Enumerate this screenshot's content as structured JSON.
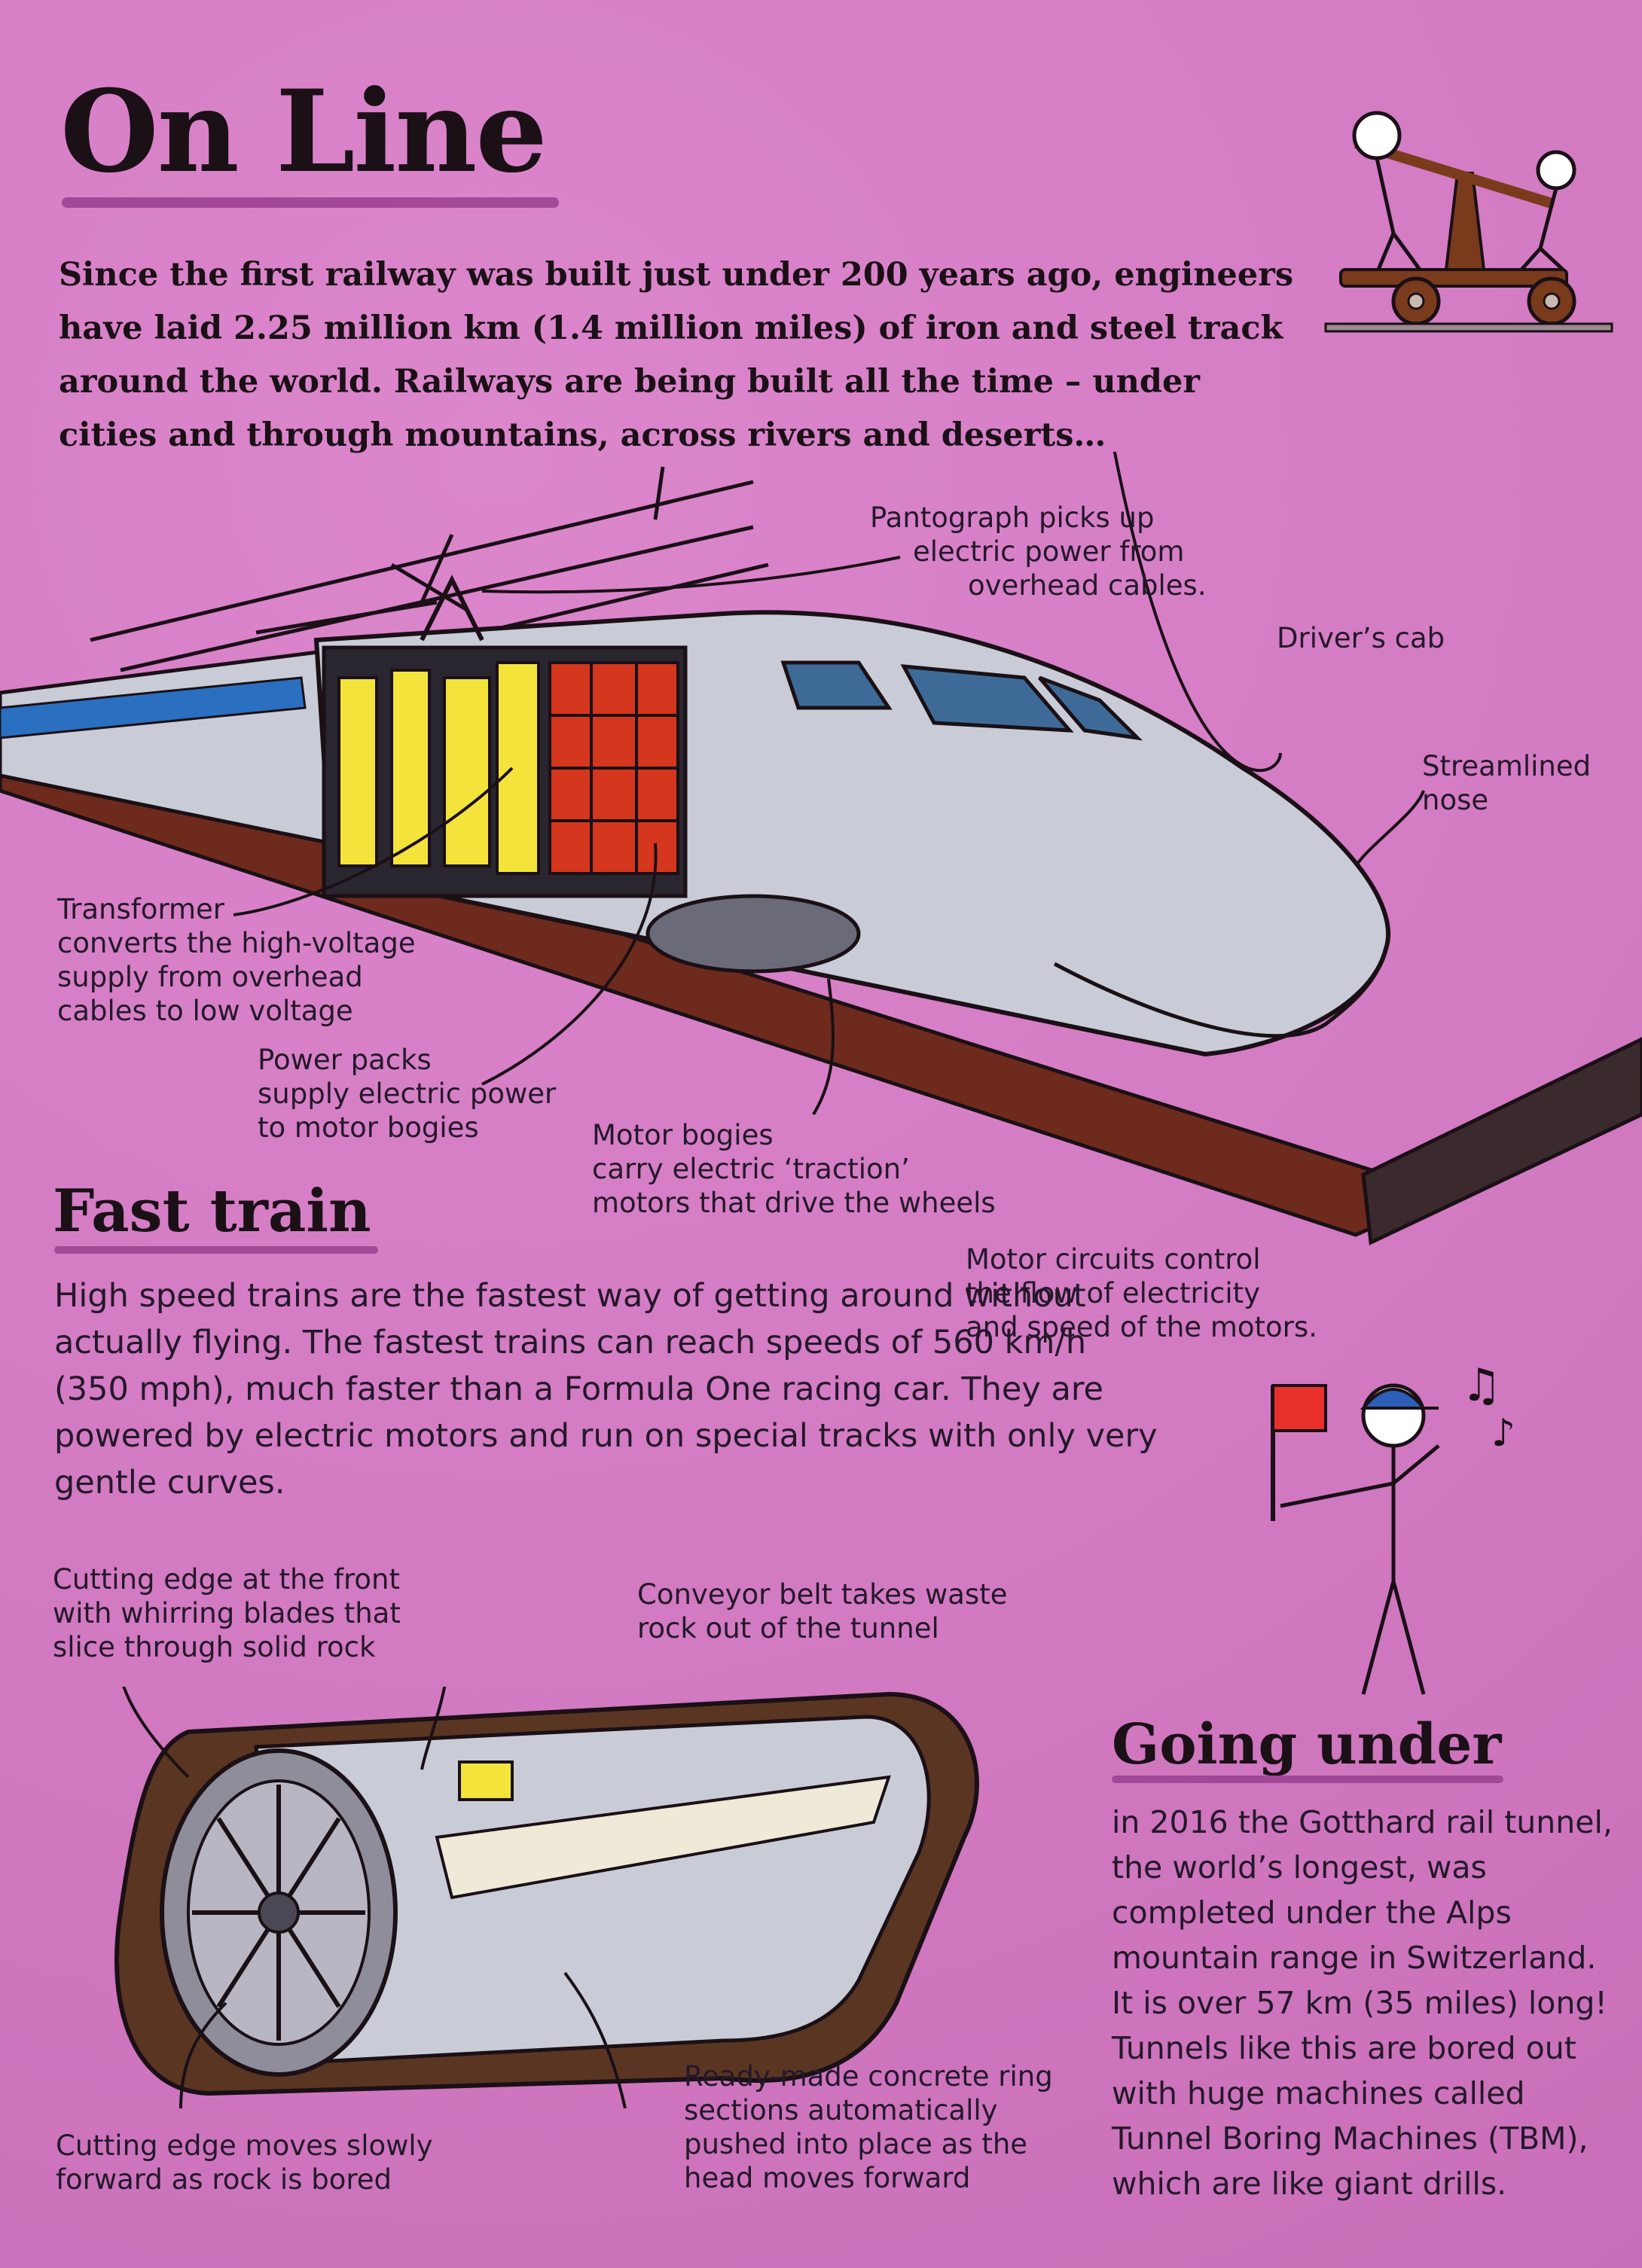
{
  "header": {
    "title": "On Line",
    "intro": "Since the first railway was built just under 200 years ago, engineers have laid 2.25 million km (1.4 million miles) of iron and steel track around the world. Railways are being built all the time – under cities and through mountains, across rivers and deserts…"
  },
  "train_labels": {
    "pantograph": [
      "Pantograph picks up",
      "electric power from",
      "overhead cables."
    ],
    "drivers_cab": "Driver’s cab",
    "streamlined_nose": [
      "Streamlined",
      "nose"
    ],
    "transformer": [
      "Transformer",
      "converts the high-voltage",
      "supply from overhead",
      "cables to low voltage"
    ],
    "power_packs": [
      "Power packs",
      "supply electric power",
      "to motor bogies"
    ],
    "motor_bogies": [
      "Motor bogies",
      "carry electric ‘traction’",
      "motors that drive the wheels"
    ],
    "motor_circuits": [
      "Motor circuits control",
      "the flow of electricity",
      "and speed of the motors."
    ]
  },
  "fast_train": {
    "heading": "Fast train",
    "body": "High speed trains are the fastest way of getting around without actually flying. The fastest trains can reach speeds of 560 km/h (350 mph), much faster than a Formula One racing car. They are powered by electric motors and run on special tracks with only very gentle curves."
  },
  "tunnel_labels": {
    "cutting_edge_front": [
      "Cutting edge at the front",
      "with whirring blades that",
      "slice through solid rock"
    ],
    "conveyor_belt": [
      "Conveyor belt takes waste",
      "rock out of the tunnel"
    ],
    "cutting_edge_moves": [
      "Cutting edge moves slowly",
      "forward as rock is bored"
    ],
    "concrete_rings": [
      "Ready-made concrete ring",
      "sections automatically",
      "pushed into place as the",
      "head moves forward"
    ]
  },
  "going_under": {
    "heading": "Going under",
    "body": "in 2016 the Gotthard rail tunnel, the world’s longest, was completed under the Alps mountain range in Switzerland. It is over 57 km (35 miles) long! Tunnels like this are bored out with huge machines called Tunnel Boring Machines (TBM), which are like giant drills."
  },
  "colors": {
    "page_background": "#d57bc4",
    "heading_underline": "#9a3f8e",
    "train_silver": "#c9ccd6",
    "train_blue_stripe": "#2a6fc0",
    "transformer_yellow": "#f4e33a",
    "power_pack_red": "#d4361e",
    "track_brown": "#6e2a1c",
    "flag_red": "#e8302a",
    "cap_blue": "#2d5fb8"
  }
}
